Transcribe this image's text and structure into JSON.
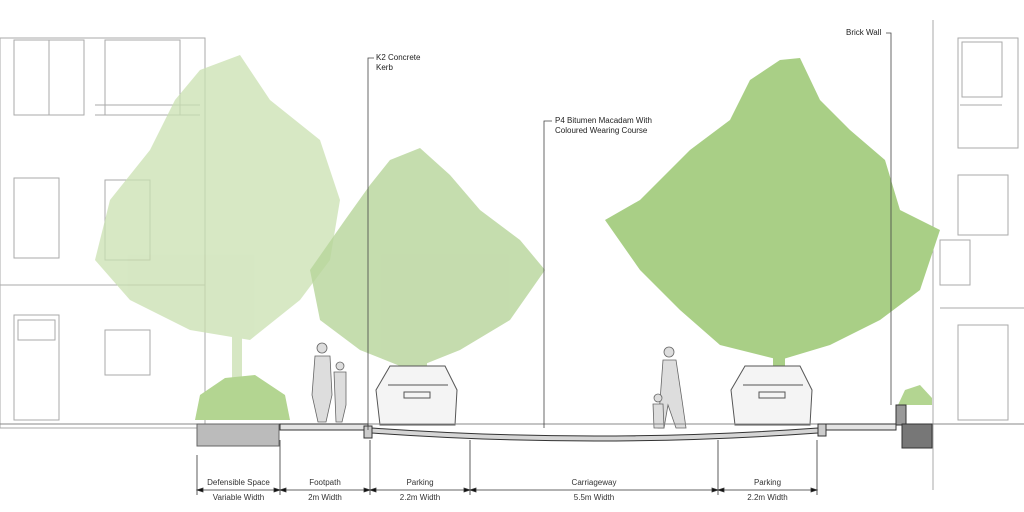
{
  "callouts": {
    "kerb": {
      "line1": "K2 Concrete",
      "line2": "Kerb"
    },
    "surface": {
      "line1": "P4 Bitumen Macadam With",
      "line2": "Coloured Wearing Course"
    },
    "wall": {
      "line1": "Brick Wall"
    }
  },
  "dimensions": [
    {
      "name": "Defensible Space",
      "width": "Variable Width"
    },
    {
      "name": "Footpath",
      "width": "2m Width"
    },
    {
      "name": "Parking",
      "width": "2.2m Width"
    },
    {
      "name": "Carriageway",
      "width": "5.5m Width"
    },
    {
      "name": "Parking",
      "width": "2.2m Width"
    }
  ],
  "colors": {
    "tree": "#a9cf86",
    "tree_light": "#c9e0b0",
    "line": "#333333",
    "building": "#9a9a9a"
  }
}
